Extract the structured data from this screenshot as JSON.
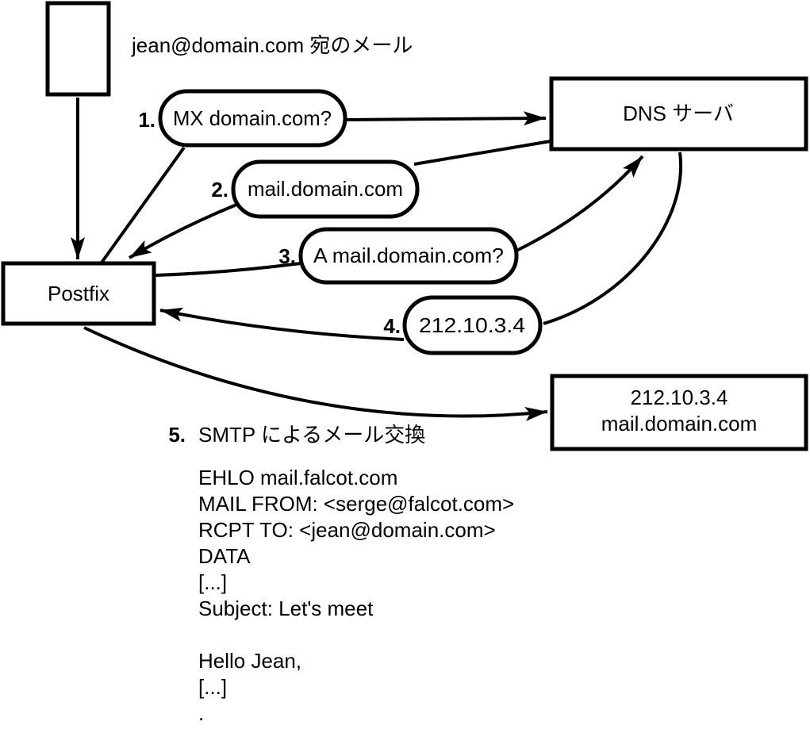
{
  "diagram": {
    "origin_label": "jean@domain.com 宛のメール",
    "nodes": {
      "dns": "DNS サーバ",
      "postfix": "Postfix",
      "mailserver": {
        "line1": "212.10.3.4",
        "line2": "mail.domain.com"
      }
    },
    "steps": [
      {
        "num": "1.",
        "label": "MX domain.com?"
      },
      {
        "num": "2.",
        "label": "mail.domain.com"
      },
      {
        "num": "3.",
        "label": "A mail.domain.com?"
      },
      {
        "num": "4.",
        "label": "212.10.3.4"
      },
      {
        "num": "5.",
        "label": "SMTP によるメール交換"
      }
    ],
    "smtp_session": {
      "lines": [
        "EHLO mail.falcot.com",
        "MAIL FROM: <serge@falcot.com>",
        "RCPT TO: <jean@domain.com>",
        "DATA",
        "[...]",
        "Subject: Let's meet",
        "",
        "Hello Jean,",
        "[...]",
        "."
      ]
    },
    "colors": {
      "stroke": "#000000",
      "background": "#ffffff"
    }
  }
}
